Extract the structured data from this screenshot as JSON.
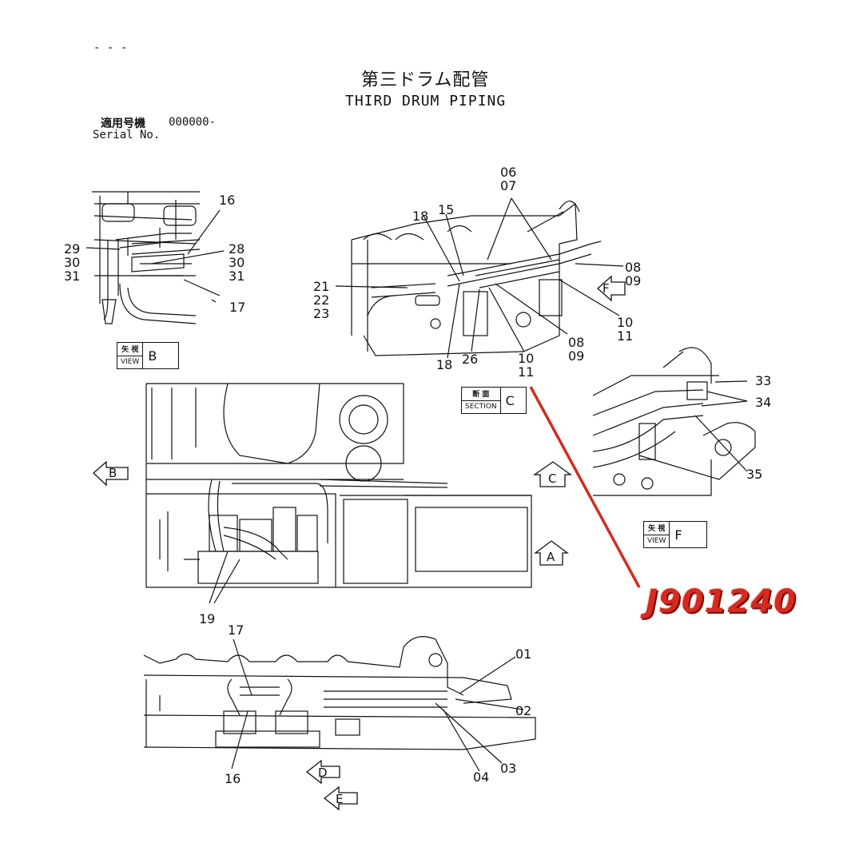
{
  "header_dash": "- - -",
  "title_jp": "第三ドラム配管",
  "title_en": "THIRD DRUM PIPING",
  "serial_jp": "適用号機",
  "serial_value": "000000-",
  "serial_en": "Serial No.",
  "views": {
    "view_b": {
      "top": "矢 視",
      "bottom": "VIEW",
      "letter": "B"
    },
    "section_c": {
      "top": "断 面",
      "bottom": "SECTION",
      "letter": "C"
    },
    "view_f": {
      "top": "矢 視",
      "bottom": "VIEW",
      "letter": "F"
    }
  },
  "arrows": {
    "b": "B",
    "c": "C",
    "a": "A",
    "f": "F",
    "d": "D",
    "e": "E"
  },
  "parts": {
    "p16_top": "16",
    "p29": "29\n30\n31",
    "p28": "28\n30\n31",
    "p17_top": "17",
    "p06": "06\n07",
    "p18a": "18",
    "p15": "15",
    "p21": "21\n22\n23",
    "p08a": "08\n09",
    "p10a": "10\n11",
    "p08b": "08\n09",
    "p10b": "10\n11",
    "p18b": "18",
    "p26": "26",
    "p33": "33",
    "p34": "34",
    "p35": "35",
    "p19": "19",
    "p17_bot": "17",
    "p01": "01",
    "p02": "02",
    "p03": "03",
    "p04": "04",
    "p16_bot": "16"
  },
  "watermark": "J901240",
  "colors": {
    "ink": "#111111",
    "watermark": "#d42a22"
  }
}
